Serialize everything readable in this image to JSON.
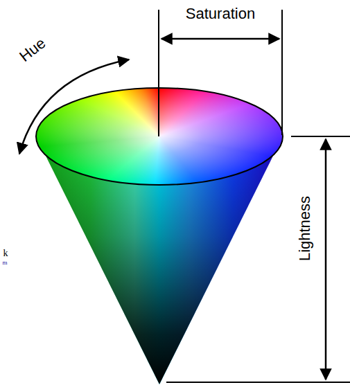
{
  "diagram": {
    "labels": [
      "Saturation",
      "Hue",
      "Lightness",
      "k",
      "m"
    ]
  }
}
